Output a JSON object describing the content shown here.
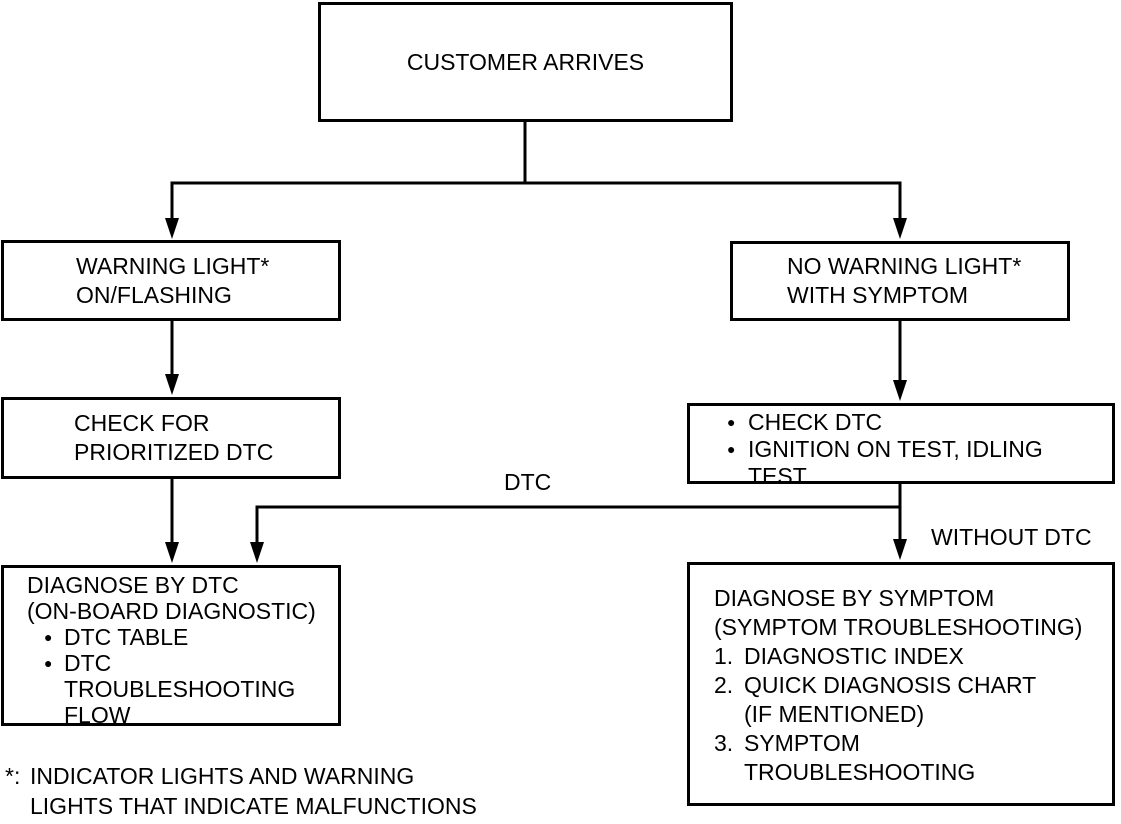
{
  "flowchart": {
    "colors": {
      "ink": "#000000",
      "background": "#ffffff"
    },
    "nodes": {
      "customer_arrives": {
        "lines": [
          "CUSTOMER ARRIVES"
        ]
      },
      "warning_light": {
        "lines": [
          "WARNING LIGHT*",
          "ON/FLASHING"
        ]
      },
      "no_warning_light": {
        "lines": [
          "NO WARNING LIGHT*",
          "WITH SYMPTOM"
        ]
      },
      "check_prioritized_dtc": {
        "lines": [
          "CHECK FOR",
          "PRIORITIZED DTC"
        ]
      },
      "check_dtc": {
        "bullet_char": "●",
        "items": [
          {
            "lines": [
              "CHECK DTC"
            ]
          },
          {
            "lines": [
              "IGNITION ON TEST, IDLING",
              "TEST"
            ]
          }
        ]
      },
      "diagnose_by_dtc": {
        "lines": [
          "DIAGNOSE BY DTC",
          "(ON-BOARD DIAGNOSTIC)"
        ],
        "bullet_char": "●",
        "items": [
          {
            "lines": [
              "DTC TABLE"
            ]
          },
          {
            "lines": [
              "DTC",
              "TROUBLESHOOTING",
              "FLOW"
            ]
          }
        ]
      },
      "diagnose_by_symptom": {
        "lines": [
          "DIAGNOSE BY SYMPTOM",
          "(SYMPTOM TROUBLESHOOTING)"
        ],
        "items": [
          {
            "prefix": "1.",
            "lines": [
              "DIAGNOSTIC INDEX"
            ]
          },
          {
            "prefix": "2.",
            "lines": [
              "QUICK DIAGNOSIS CHART",
              "(IF MENTIONED)"
            ]
          },
          {
            "prefix": "3.",
            "lines": [
              "SYMPTOM",
              "TROUBLESHOOTING"
            ]
          }
        ]
      }
    },
    "edge_labels": {
      "dtc": "DTC",
      "without_dtc": "WITHOUT DTC"
    },
    "footnote": {
      "prefix": "*:",
      "lines": [
        "INDICATOR LIGHTS AND WARNING",
        "LIGHTS THAT INDICATE MALFUNCTIONS"
      ]
    }
  }
}
